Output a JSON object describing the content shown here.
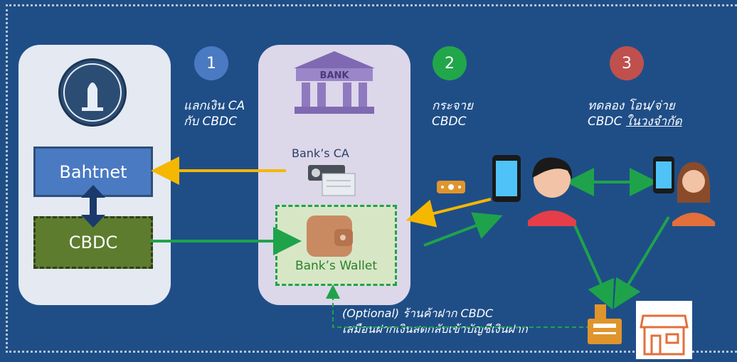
{
  "steps": [
    {
      "number": "1",
      "text": [
        "แลกเงิน CA",
        "กับ CBDC"
      ]
    },
    {
      "number": "2",
      "text": [
        "กระจาย",
        "CBDC"
      ]
    },
    {
      "number": "3",
      "text": [
        "ทดลอง โอน/จ่าย",
        "CBDC ",
        "ในวงจำกัด"
      ]
    }
  ],
  "central_bank": {
    "bahtnet_label": "Bahtnet",
    "cbdc_label": "CBDC"
  },
  "bank": {
    "sign": "BANK",
    "ca_label": "Bank’s CA",
    "wallet_label": "Bank’s Wallet"
  },
  "optional_note": [
    "(Optional) ร้านค้าฝาก CBDC",
    "เสมือนฝากเงินสดกลับเข้าบัญชีเงินฝาก"
  ],
  "colors": {
    "background": "#1f4e87",
    "step1": "#4a7ac2",
    "step2": "#22a64a",
    "step3": "#c0504d",
    "arrow_yellow": "#f5b700",
    "arrow_green": "#1fa34a"
  }
}
